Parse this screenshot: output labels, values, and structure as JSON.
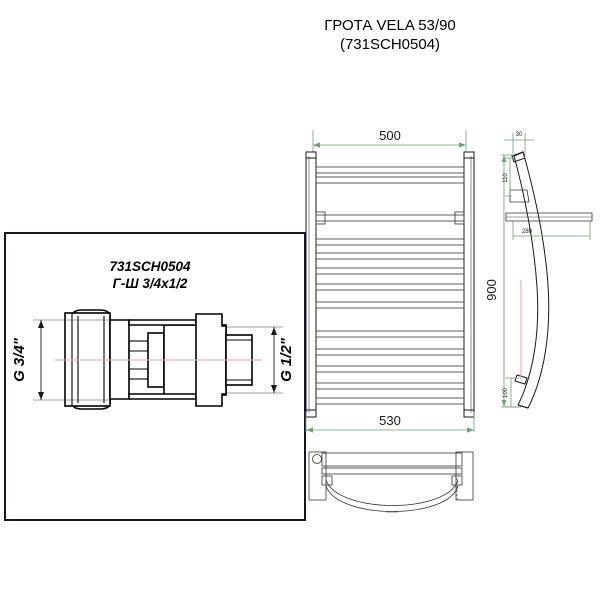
{
  "title": {
    "line1": "ГРОТА VELA 53/90",
    "line2": "(731SCH0504)"
  },
  "detail_box": {
    "code": "731SCH0504",
    "spec": "Г-Ш 3/4х1/2",
    "left_thread": "G 3/4\"",
    "right_thread": "G 1/2\"",
    "centerline_color": "#e9a2a6"
  },
  "front_view": {
    "name": "front-elevation",
    "dim_top": "500",
    "dim_bottom": "530",
    "rung_count": 12
  },
  "side_view": {
    "name": "side-profile",
    "dim_height": "900",
    "dim_top_width": "30",
    "dim_upper_offset": "110",
    "dim_depth": "280",
    "dim_lower_offset": "100"
  },
  "plan_view": {
    "name": "plan-bottom-view"
  },
  "colors": {
    "line": "#1a1a1a",
    "dimension": "#6f9f78",
    "frame": "#14142b",
    "background": "#ffffff"
  }
}
